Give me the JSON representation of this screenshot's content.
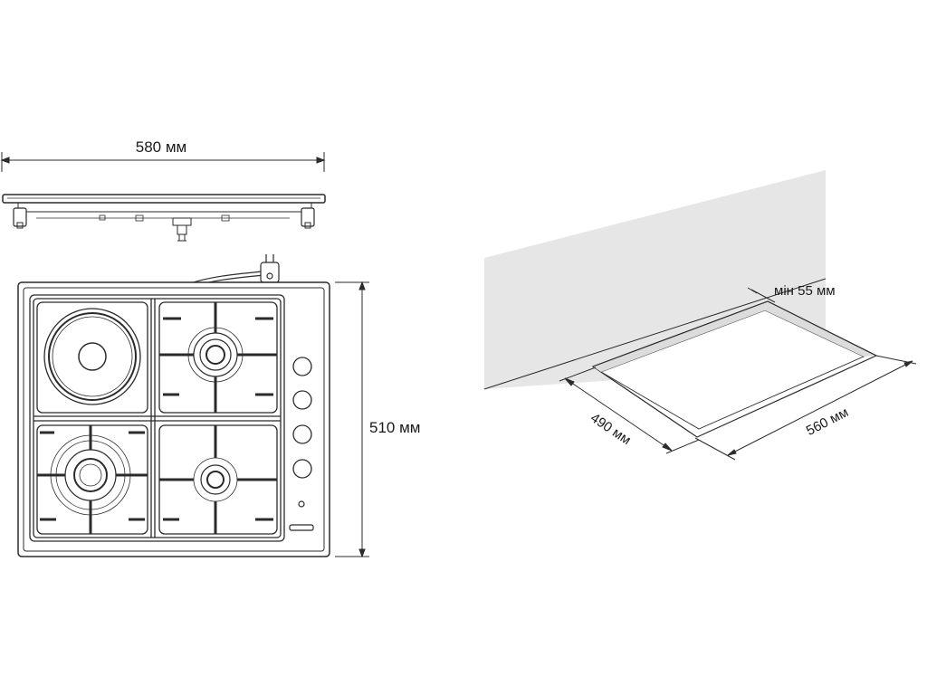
{
  "dimensions": {
    "width_label": "580 мм",
    "depth_label": "510 мм",
    "cutout_depth_label": "490 мм",
    "cutout_width_label": "560 мм",
    "min_gap_label": "мін 55 мм"
  },
  "colors": {
    "line": "#2b2b2b",
    "wall": "#e6e6e6",
    "cutout_edge": "#dcdcdc",
    "text": "#1a1a1a"
  },
  "icons": {
    "power_plug": "plug-icon",
    "control_knobs": "knob-icon"
  }
}
